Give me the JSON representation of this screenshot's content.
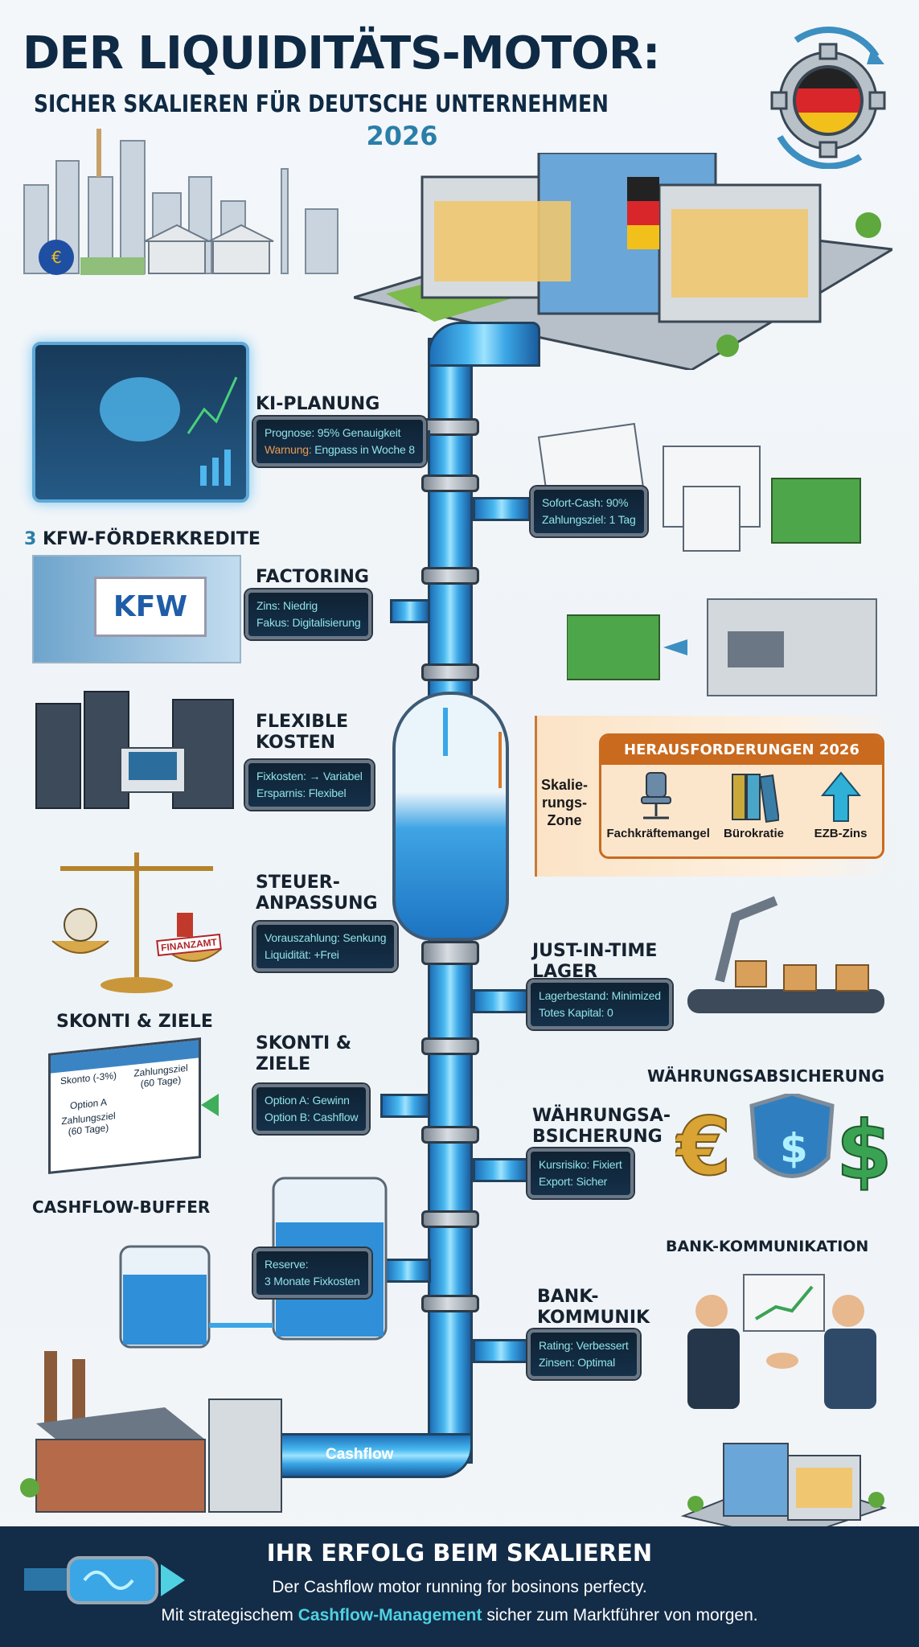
{
  "header": {
    "title": "DER LIQUIDITÄTS-MOTOR:",
    "subtitle": "SICHER SKALIEREN FÜR DEUTSCHE UNTERNEHMEN",
    "year": "2026",
    "emblem_icon": "gear-germany-flag-icon"
  },
  "illustration_labels": {
    "kfw_sign": "KFW",
    "finanzamt_stamp": "FINANZAMT",
    "pipe_label": "Cashflow"
  },
  "sections": {
    "ki_planung": {
      "title": "KI-PLANUNG",
      "line1_label": "Prognose:",
      "line1_value": "95% Genauigkeit",
      "line2_label": "Warnung:",
      "line2_value": "Engpass in Woche 8"
    },
    "factoring_cash": {
      "line1": "Sofort-Cash: 90%",
      "line2": "Zahlungsziel: 1 Tag"
    },
    "kfw": {
      "number": "3",
      "title": "KFW-FÖRDERKREDITE"
    },
    "factoring": {
      "title": "FACTORING",
      "line1": "Zins: Niedrig",
      "line2": "Fakus: Digitalisierung"
    },
    "flexible_kosten": {
      "title_1": "FLEXIBLE",
      "title_2": "KOSTEN",
      "line1": "Fixkosten: → Variabel",
      "line2": "Ersparnis: Flexibel"
    },
    "scaling_zone": {
      "line1": "Skalie-",
      "line2": "rungs-",
      "line3": "Zone"
    },
    "challenges": {
      "title": "HERAUSFORDERUNGEN 2026",
      "items": [
        {
          "label": "Fachkräftemangel",
          "icon": "office-chair-icon"
        },
        {
          "label": "Bürokratie",
          "icon": "binders-icon"
        },
        {
          "label": "EZB-Zins",
          "icon": "arrow-up-icon"
        }
      ]
    },
    "steuer": {
      "title_1": "STEUER-",
      "title_2": "ANPASSUNG",
      "line1": "Vorauszahlung: Senkung",
      "line2": "Liquidität: +Frei"
    },
    "jit": {
      "title_1": "JUST-IN-TIME",
      "title_2": "LAGER",
      "line1": "Lagerbestand: Minimized",
      "line2": "Totes Kapital: 0"
    },
    "skonti_left": {
      "title": "SKONTI & ZIELE",
      "cal_skonto": "Skonto (-3%)",
      "cal_ziel": "Zahlungsziel (60 Tage)",
      "cal_option": "Option A",
      "cal_ziel2": "Zahlungsziel (60 Tage)"
    },
    "skonti": {
      "title_1": "SKONTI &",
      "title_2": "ZIELE",
      "line1": "Option A: Gewinn",
      "line2": "Option B: Cashflow"
    },
    "waehrung_right": {
      "title": "WÄHRUNGSABSICHERUNG"
    },
    "waehrung": {
      "title_1": "WÄHRUNGSA-",
      "title_2": "BSICHERUNG",
      "line1": "Kursrisiko: Fixiert",
      "line2": "Export: Sicher"
    },
    "buffer": {
      "title": "CASHFLOW-BUFFER",
      "line1": "Reserve:",
      "line2": "3 Monate Fixkosten"
    },
    "bank_right": {
      "title": "BANK-KOMMUNIKATION"
    },
    "bank": {
      "title_1": "BANK-",
      "title_2": "KOMMUNIK",
      "line1": "Rating: Verbessert",
      "line2": "Zinsen: Optimal"
    }
  },
  "footer": {
    "title": "IHR ERFOLG BEIM SKALIEREN",
    "line1": "Der Cashflow motor running for bosinons perfecty.",
    "line2_pre": "Mit strategischem",
    "line2_highlight": "Cashflow-Management",
    "line2_post": "sicher zum Marktführer von morgen."
  },
  "colors": {
    "navy": "#0f2a44",
    "accent_blue": "#2a7fa8",
    "pipe_blue": "#3aa6e6",
    "challenge_orange": "#c96a1e",
    "screen_text": "#8fe3e8",
    "warning": "#e79a54",
    "highlight": "#4fd1e2",
    "footer_bg": "#132c47"
  }
}
